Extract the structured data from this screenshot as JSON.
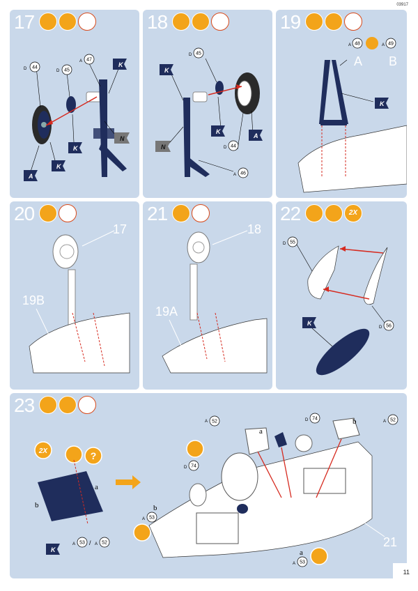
{
  "doc_code": "03917",
  "page_number": "11",
  "steps": [
    {
      "number": "17",
      "icons": [
        "glue",
        "paint",
        "clock"
      ]
    },
    {
      "number": "18",
      "icons": [
        "glue",
        "paint",
        "clock"
      ]
    },
    {
      "number": "19",
      "icons": [
        "glue",
        "paint",
        "clock"
      ]
    },
    {
      "number": "20",
      "icons": [
        "glue",
        "clock"
      ]
    },
    {
      "number": "21",
      "icons": [
        "glue",
        "clock"
      ]
    },
    {
      "number": "22",
      "icons": [
        "glue",
        "paint",
        "x2"
      ]
    },
    {
      "number": "23",
      "icons": [
        "glue",
        "paint",
        "clock"
      ]
    }
  ],
  "labels": {
    "x2": "2X",
    "question": "?",
    "p17": {
      "d44": "44",
      "d45": "45",
      "a47": "47",
      "k": "K",
      "n": "N",
      "d": "D",
      "a": "A"
    },
    "p18": {
      "d45": "45",
      "d44": "44",
      "a46": "46",
      "k": "K",
      "n": "N",
      "d": "D",
      "a": "A"
    },
    "p19": {
      "a48": "48",
      "a49": "49",
      "a": "A",
      "b": "B",
      "k": "K"
    },
    "p20": {
      "ref17": "17",
      "ref19b": "19B"
    },
    "p21": {
      "ref18": "18",
      "ref19a": "19A"
    },
    "p22": {
      "d55": "55",
      "d56": "56",
      "k": "K",
      "d": "D"
    },
    "p23": {
      "a52": "52",
      "a53": "53",
      "d74": "74",
      "a": "a",
      "b": "b",
      "ref21": "21",
      "k": "K",
      "slash": "/"
    }
  },
  "colors": {
    "panel": "#c9d8ea",
    "navy": "#1f2d5c",
    "orange": "#f3a41a",
    "red": "#d62a1f"
  }
}
